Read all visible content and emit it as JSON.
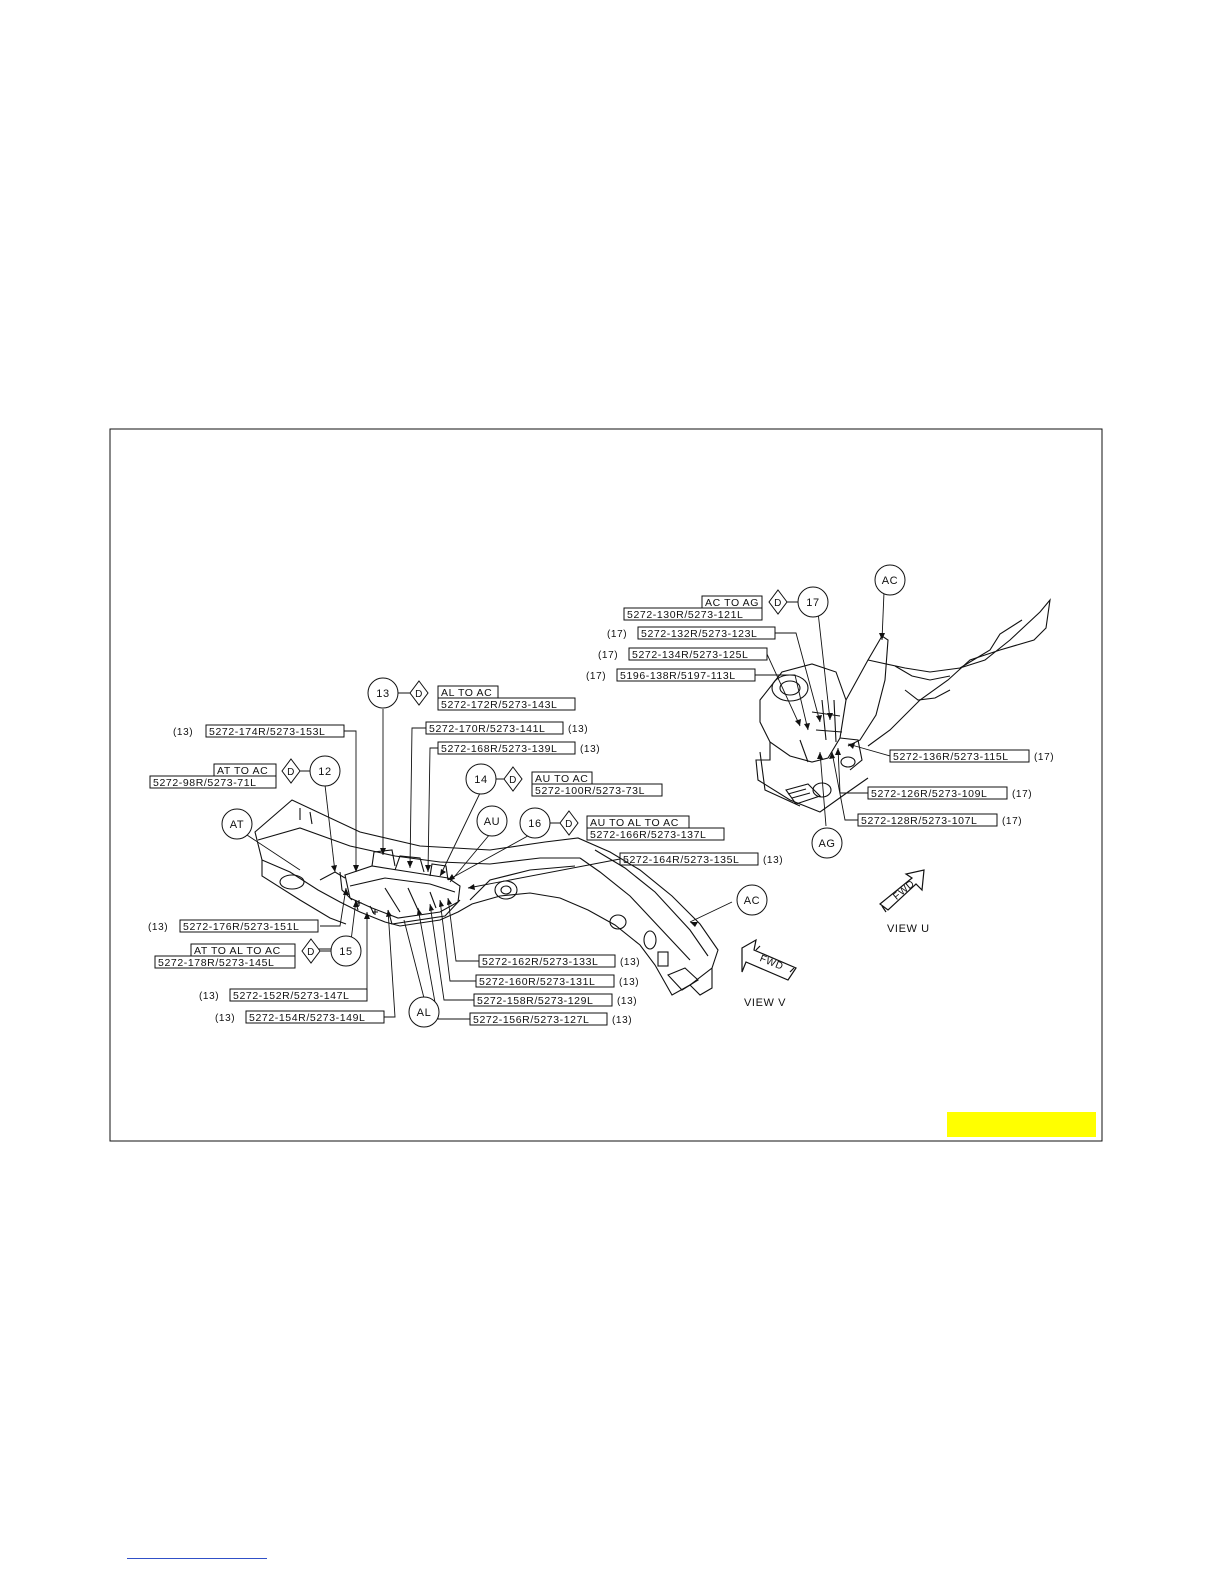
{
  "callouts": {
    "c13_top": "13",
    "c12": "12",
    "c14": "14",
    "c16": "16",
    "c15": "15",
    "c17": "17",
    "at": "AT",
    "au": "AU",
    "ac_left": "AC",
    "al": "AL",
    "ac_right": "AC",
    "ag": "AG"
  },
  "diamond": "D",
  "ranges": {
    "al_to_ac": "AL TO AC",
    "at_to_ac": "AT TO AC",
    "au_to_ac": "AU TO AC",
    "au_to_al_to_ac": "AU TO AL TO AC",
    "at_to_al_to_ac": "AT TO AL TO AC",
    "ac_to_ag": "AC TO AG"
  },
  "parts": {
    "p172": "5272-172R/5273-143L",
    "p174": "5272-174R/5273-153L",
    "p170": "5272-170R/5273-141L",
    "p168": "5272-168R/5273-139L",
    "p98": "5272-98R/5273-71L",
    "p100": "5272-100R/5273-73L",
    "p166": "5272-166R/5273-137L",
    "p164": "5272-164R/5273-135L",
    "p176": "5272-176R/5273-151L",
    "p178": "5272-178R/5273-145L",
    "p162": "5272-162R/5273-133L",
    "p160": "5272-160R/5273-131L",
    "p158": "5272-158R/5273-129L",
    "p152": "5272-152R/5273-147L",
    "p154": "5272-154R/5273-149L",
    "p156": "5272-156R/5273-127L",
    "p130": "5272-130R/5273-121L",
    "p132": "5272-132R/5273-123L",
    "p134": "5272-134R/5273-125L",
    "p5196": "5196-138R/5197-113L",
    "p136": "5272-136R/5273-115L",
    "p126": "5272-126R/5273-109L",
    "p128": "5272-128R/5273-107L"
  },
  "refs": {
    "r13": "(13)",
    "r17": "(17)"
  },
  "views": {
    "view_u": "VIEW U",
    "view_v": "VIEW V",
    "fwd": "FWD"
  },
  "colors": {
    "highlight": "#ffff00",
    "ink": "#111111",
    "link_underline": "#3050c8"
  }
}
